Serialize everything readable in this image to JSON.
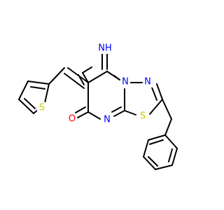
{
  "molecule": {
    "atoms": {
      "imine_nh": {
        "label": "NH",
        "color": "#0000FF"
      },
      "ring_n_bridge": {
        "label": "N",
        "color": "#0000FF"
      },
      "ring_n_upper": {
        "label": "N",
        "color": "#0000FF"
      },
      "ring_n_lower": {
        "label": "N",
        "color": "#0000FF"
      },
      "thiadiazole_s": {
        "label": "S",
        "color": "#CCCC00"
      },
      "thiophene_s": {
        "label": "S",
        "color": "#CCCC00"
      },
      "carbonyl_o": {
        "label": "O",
        "color": "#FF0000"
      }
    },
    "bond_color": "#000000",
    "background": "#FFFFFF"
  }
}
